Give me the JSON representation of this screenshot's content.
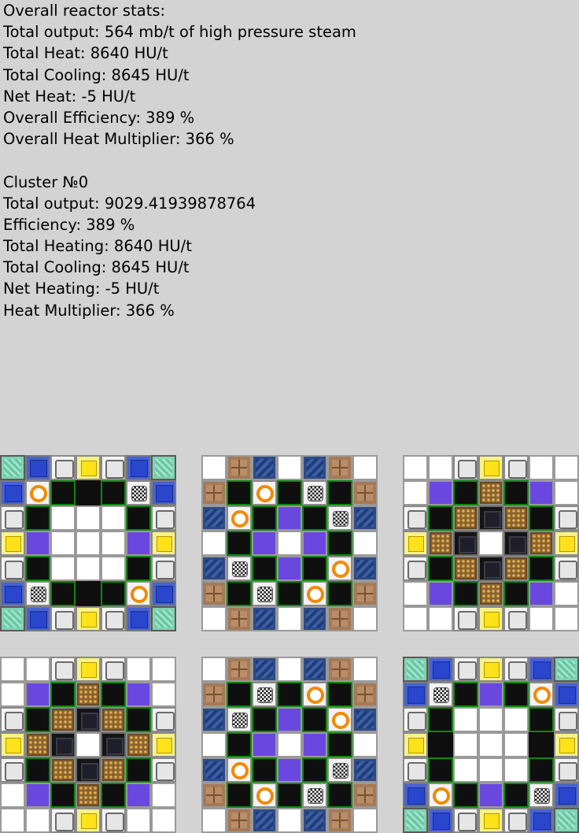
{
  "stats_lines": [
    "Overall reactor stats:",
    "Total output: 564 mb/t of high pressure steam",
    "Total Heat: 8640 HU/t",
    "Total Cooling: 8645 HU/t",
    "Net Heat: -5 HU/t",
    "Overall Efficiency: 389 %",
    "Overall Heat Multiplier: 366 %",
    "",
    "Cluster №0",
    "Total output: 9029.41939878764",
    "Efficiency: 389 %",
    "Total Heating: 8640 HU/t",
    "Total Cooling: 8645 HU/t",
    "Net Heating: -5 HU/t",
    "Heat Multiplier: 366 %"
  ],
  "cell_legend": {
    "E": "empty-cell",
    "W": "white-vessel-cell",
    "Y": "yellow-block-cell",
    "B": "blue-block-cell",
    "T": "teal-block-cell",
    "O": "orange-ring-cell",
    "C": "checker-cell",
    "G": "green-framed-black-cell",
    "K": "black-cell",
    "P": "purple-cell",
    "N": "navy-block-cell",
    "F": "brown-frame-cell",
    "S": "glowstone-cell",
    "D": "obsidian-cell"
  },
  "layers": [
    [
      "TBWYWBT",
      "BOGKGCB",
      "WGEEEGW",
      "YPEEEPY",
      "WGEEEGW",
      "BCGKGOB",
      "TBWYWBT"
    ],
    [
      "EFNENFE",
      "FGOGCGF",
      "NOGPGCN",
      "EGPEPGE",
      "NCGPGON",
      "FGCGOGF",
      "EFNENFE"
    ],
    [
      "EEWYWEE",
      "EPGSGPE",
      "WGSDSGW",
      "YSDEDSY",
      "WGSDSGW",
      "EPGSGPE",
      "EEWYWEE"
    ],
    [
      "EEWYWEE",
      "EPGSGPE",
      "WGSDSGW",
      "YSDEDSY",
      "WGSDSGW",
      "EPGSGPE",
      "EEWYWEE"
    ],
    [
      "EFNENFE",
      "FGCGOGF",
      "NCGPGON",
      "EGPEPGE",
      "NOGPGCN",
      "FGOGCGF",
      "EFNENFE"
    ],
    [
      "TBWYWBT",
      "BCGPGOB",
      "WGEEEGW",
      "YKEEEKY",
      "WGEEEGW",
      "BOGPGCB",
      "TBWYWBT"
    ]
  ]
}
